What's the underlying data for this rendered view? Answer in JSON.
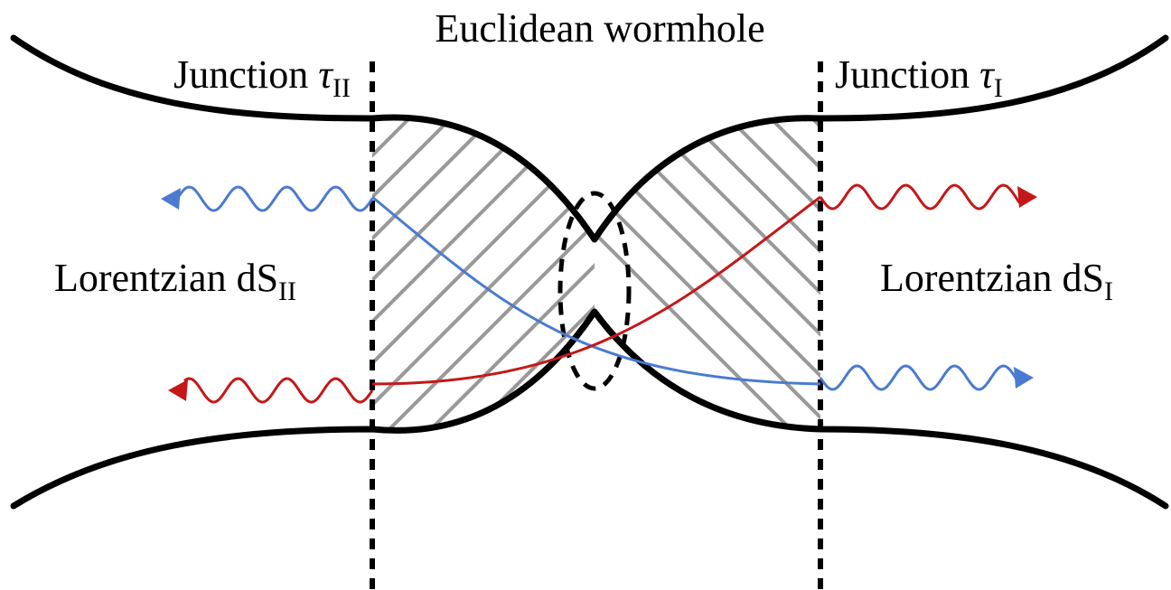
{
  "title": "Euclidean wormhole",
  "junction_left": {
    "prefix": "Junction ",
    "symbol": "τ",
    "subscript": "II"
  },
  "junction_right": {
    "prefix": "Junction ",
    "symbol": "τ",
    "subscript": "I"
  },
  "region_left": {
    "prefix": "Lorentzian dS",
    "subscript": "II"
  },
  "region_right": {
    "prefix": "Lorentzian dS",
    "subscript": "I"
  },
  "colors": {
    "outline": "#000000",
    "hatch": "#999999",
    "blue": "#4a7bd0",
    "red": "#c41818"
  }
}
